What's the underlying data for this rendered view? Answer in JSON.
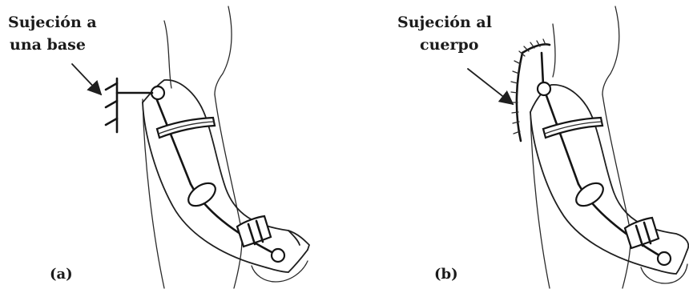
{
  "figure_a": {
    "label_line1": "Sujeción a",
    "label_line2": "una base",
    "caption": "(a)"
  },
  "figure_b": {
    "label_line1": "Sujeción al",
    "label_line2": "cuerpo",
    "caption": "(b)"
  }
}
